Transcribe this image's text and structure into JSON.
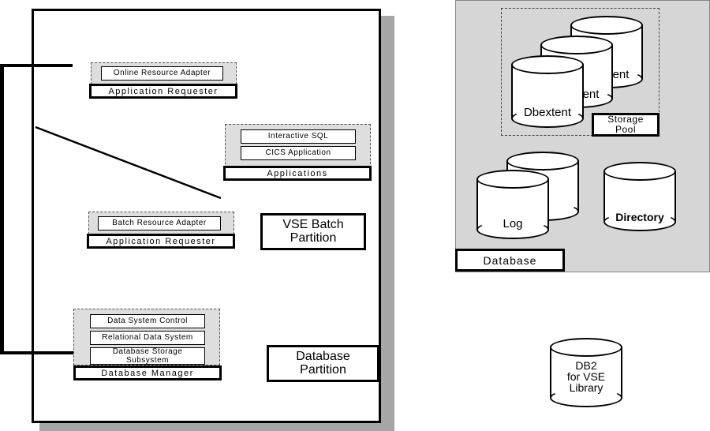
{
  "system": {
    "app_requester_1": {
      "adapter": "Online Resource Adapter",
      "title": "Application Requester"
    },
    "applications": {
      "items": [
        "Interactive SQL",
        "CICS Application"
      ],
      "title": "Applications"
    },
    "app_requester_2": {
      "adapter": "Batch Resource Adapter",
      "title": "Application Requester"
    },
    "vse_batch_partition": [
      "VSE Batch",
      "Partition"
    ],
    "database_manager": {
      "items": [
        "Data System Control",
        "Relational Data System",
        "Database Storage Subsystem"
      ],
      "title": "Database Manager"
    },
    "database_partition": [
      "Database",
      "Partition"
    ]
  },
  "database": {
    "storage_pool": {
      "extents": [
        "Dbextent",
        "ent",
        "ent"
      ],
      "label": [
        "Storage",
        "Pool"
      ]
    },
    "log": "Log",
    "directory": "Directory",
    "title": "Database"
  },
  "library": [
    "DB2",
    "for VSE",
    "Library"
  ],
  "colors": {
    "shadow": "#a6a6a6",
    "panel_gray": "#d6d6d6",
    "dashed_box": "#dedede"
  }
}
